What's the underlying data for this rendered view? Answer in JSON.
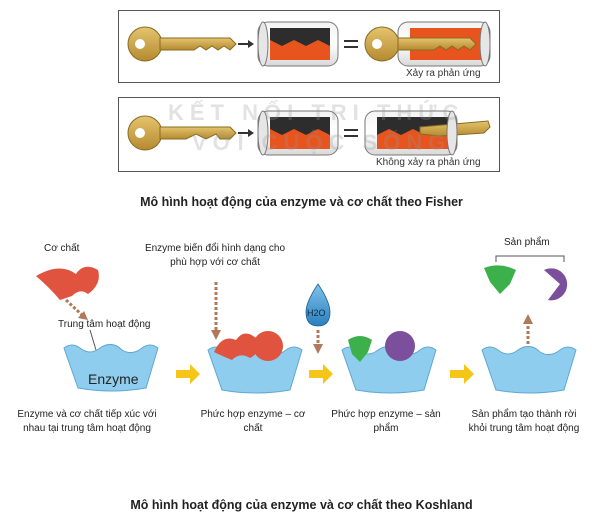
{
  "fisher": {
    "panel1_label": "Xảy ra phản ứng",
    "panel2_label": "Không xảy ra phản ứng",
    "caption": "Mô hình hoạt động của enzyme và cơ chất theo Fisher"
  },
  "koshland": {
    "substrate_label": "Cơ chất",
    "active_site_label": "Trung tâm hoạt động",
    "enzyme_label": "Enzyme",
    "change_shape_label": "Enzyme biến đổi hình dạng cho phù hợp với cơ chất",
    "water_label": "H2O",
    "product_label": "Sản phẩm",
    "step1_desc": "Enzyme và cơ chất tiếp xúc với nhau tại trung tâm hoạt động",
    "step2_desc": "Phức hợp enzyme – cơ chất",
    "step3_desc": "Phức hợp enzyme – sản phẩm",
    "step4_desc": "Sản phẩm tạo thành rời khỏi trung tâm hoạt động",
    "caption": "Mô hình hoạt động của enzyme và cơ chất theo Koshland"
  },
  "watermark": {
    "line1": "KẾT NỐI TRI THỨC",
    "line2": "VỚI CUỘC SỐNG"
  },
  "colors": {
    "key_gold": "#c9a24a",
    "enzyme_blue": "#8fcdee",
    "substrate_red": "#e0533e",
    "product_green": "#3cb04a",
    "product_purple": "#7b4f9c",
    "arrow_yellow": "#f5c518",
    "arrow_brown": "#b07a5a",
    "cylinder_orange": "#e8541d"
  }
}
